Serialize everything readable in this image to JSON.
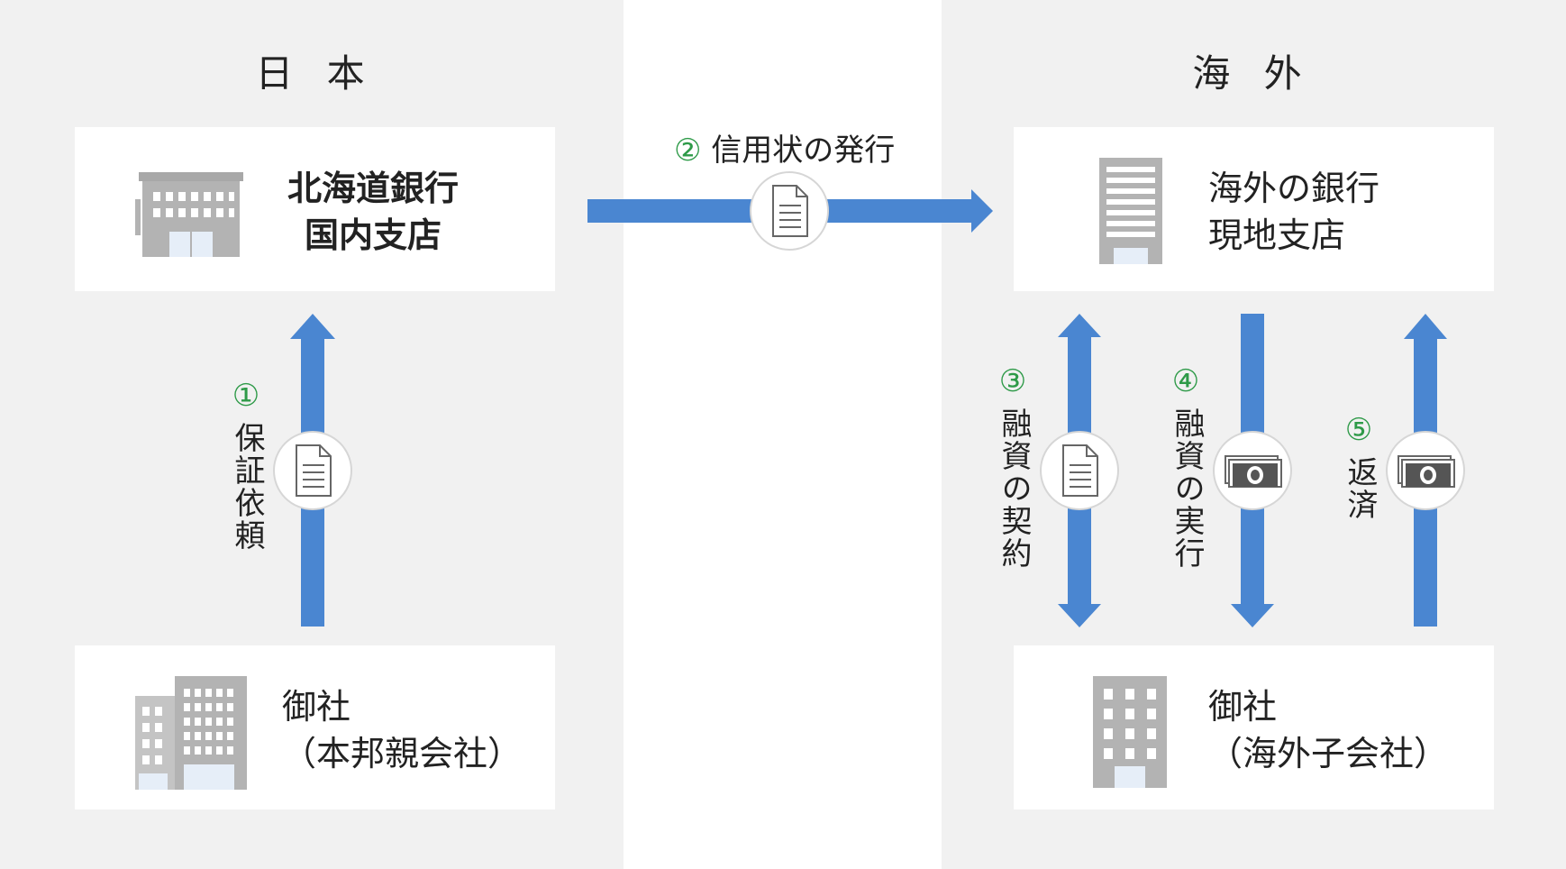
{
  "regions": {
    "japan": "日 本",
    "overseas": "海 外"
  },
  "boxes": {
    "domestic_bank": [
      "北海道銀行",
      "国内支店"
    ],
    "parent_company": [
      "御社",
      "（本邦親会社）"
    ],
    "overseas_bank": [
      "海外の銀行",
      "現地支店"
    ],
    "subsidiary": [
      "御社",
      "（海外子会社）"
    ]
  },
  "steps": {
    "s1": {
      "num": "①",
      "label": "保証依頼"
    },
    "s2": {
      "num": "②",
      "label": "信用状の発行"
    },
    "s3": {
      "num": "③",
      "label": "融資の契約"
    },
    "s4": {
      "num": "④",
      "label": "融資の実行"
    },
    "s5": {
      "num": "⑤",
      "label": "返済"
    }
  },
  "colors": {
    "arrow": "#4a86d1",
    "step_number": "#2e9a48",
    "panel_bg": "#f1f1f1",
    "icon_gray": "#b3b3b3"
  },
  "icons": {
    "s1": "document-icon",
    "s2": "document-icon",
    "s3": "document-icon",
    "s4": "money-icon",
    "s5": "money-icon"
  }
}
